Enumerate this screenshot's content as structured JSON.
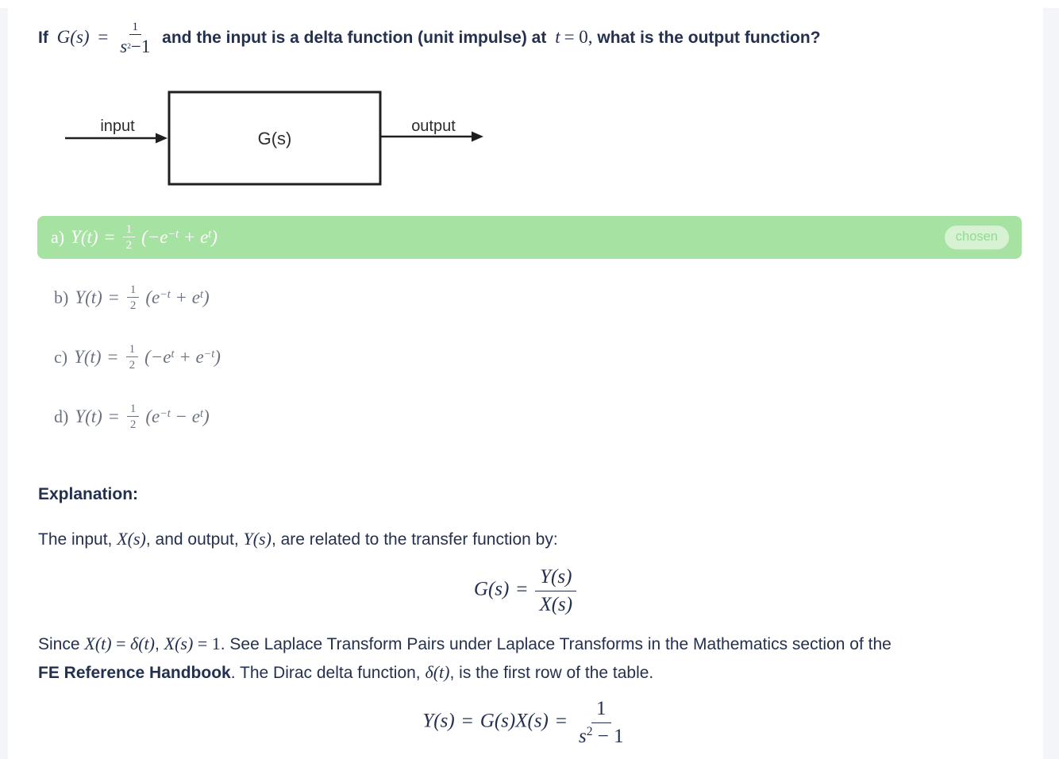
{
  "colors": {
    "page_gutter": "#f4f5f8",
    "card_bg": "#ffffff",
    "text_dark": "#233050",
    "option_gray": "#6a7282",
    "chosen_green": "#a6e3a2",
    "pill_bg": "#d7f2d3",
    "pill_text": "#93da8f"
  },
  "question": {
    "prefix": "If",
    "g": "G(s)",
    "eq": "=",
    "frac_num": "1",
    "frac_den_base": "s",
    "frac_den_sup": "2",
    "frac_den_rest": "−1",
    "mid": "and the input is a delta function (unit impulse) at",
    "t_var": "t",
    "t_rest": "= 0,",
    "suffix": "what is the output function?"
  },
  "diagram": {
    "input_label": "input",
    "output_label": "output",
    "box_label": "G(s)"
  },
  "options": [
    {
      "prefix": "a)",
      "lhs": "Y(t)",
      "eq": "=",
      "num": "1",
      "den": "2",
      "s1": "(−e",
      "sup1": "−t",
      "s2": " + e",
      "sup2": "t",
      "s3": ")",
      "chosen": true,
      "badge": "chosen"
    },
    {
      "prefix": "b)",
      "lhs": "Y(t)",
      "eq": "=",
      "num": "1",
      "den": "2",
      "s1": "(e",
      "sup1": "−t",
      "s2": " + e",
      "sup2": "t",
      "s3": ")",
      "chosen": false
    },
    {
      "prefix": "c)",
      "lhs": "Y(t)",
      "eq": "=",
      "num": "1",
      "den": "2",
      "s1": "(−e",
      "sup1": "t",
      "s2": " + e",
      "sup2": "−t",
      "s3": ")",
      "chosen": false
    },
    {
      "prefix": "d)",
      "lhs": "Y(t)",
      "eq": "=",
      "num": "1",
      "den": "2",
      "s1": "(e",
      "sup1": "−t",
      "s2": " − e",
      "sup2": "t",
      "s3": ")",
      "chosen": false
    }
  ],
  "explanation": {
    "heading": "Explanation:",
    "p1": {
      "t1": "The input, ",
      "m1": "X(s)",
      "t2": ", and output, ",
      "m2": "Y(s)",
      "t3": ", are related to the transfer function by:"
    },
    "eq1": {
      "lhs": "G(s)",
      "eq": "=",
      "num": "Y(s)",
      "den": "X(s)"
    },
    "p2": {
      "t1": "Since ",
      "m1": "X(t)",
      "o1": " = ",
      "m2": "δ(t)",
      "t2": ", ",
      "m3": "X(s)",
      "o2": " = 1",
      "t3": ". See Laplace Transform Pairs under Laplace Transforms in the Mathematics section of the ",
      "b1": "FE Reference Handbook",
      "t4": ". The Dirac delta function, ",
      "m4": "δ(t)",
      "t5": ", is the first row of the table."
    },
    "eq2": {
      "l1": "Y(s)",
      "e1": "=",
      "l2": "G(s)X(s)",
      "e2": "=",
      "num": "1",
      "den_base": "s",
      "den_sup": "2",
      "den_rest": " − 1"
    }
  }
}
